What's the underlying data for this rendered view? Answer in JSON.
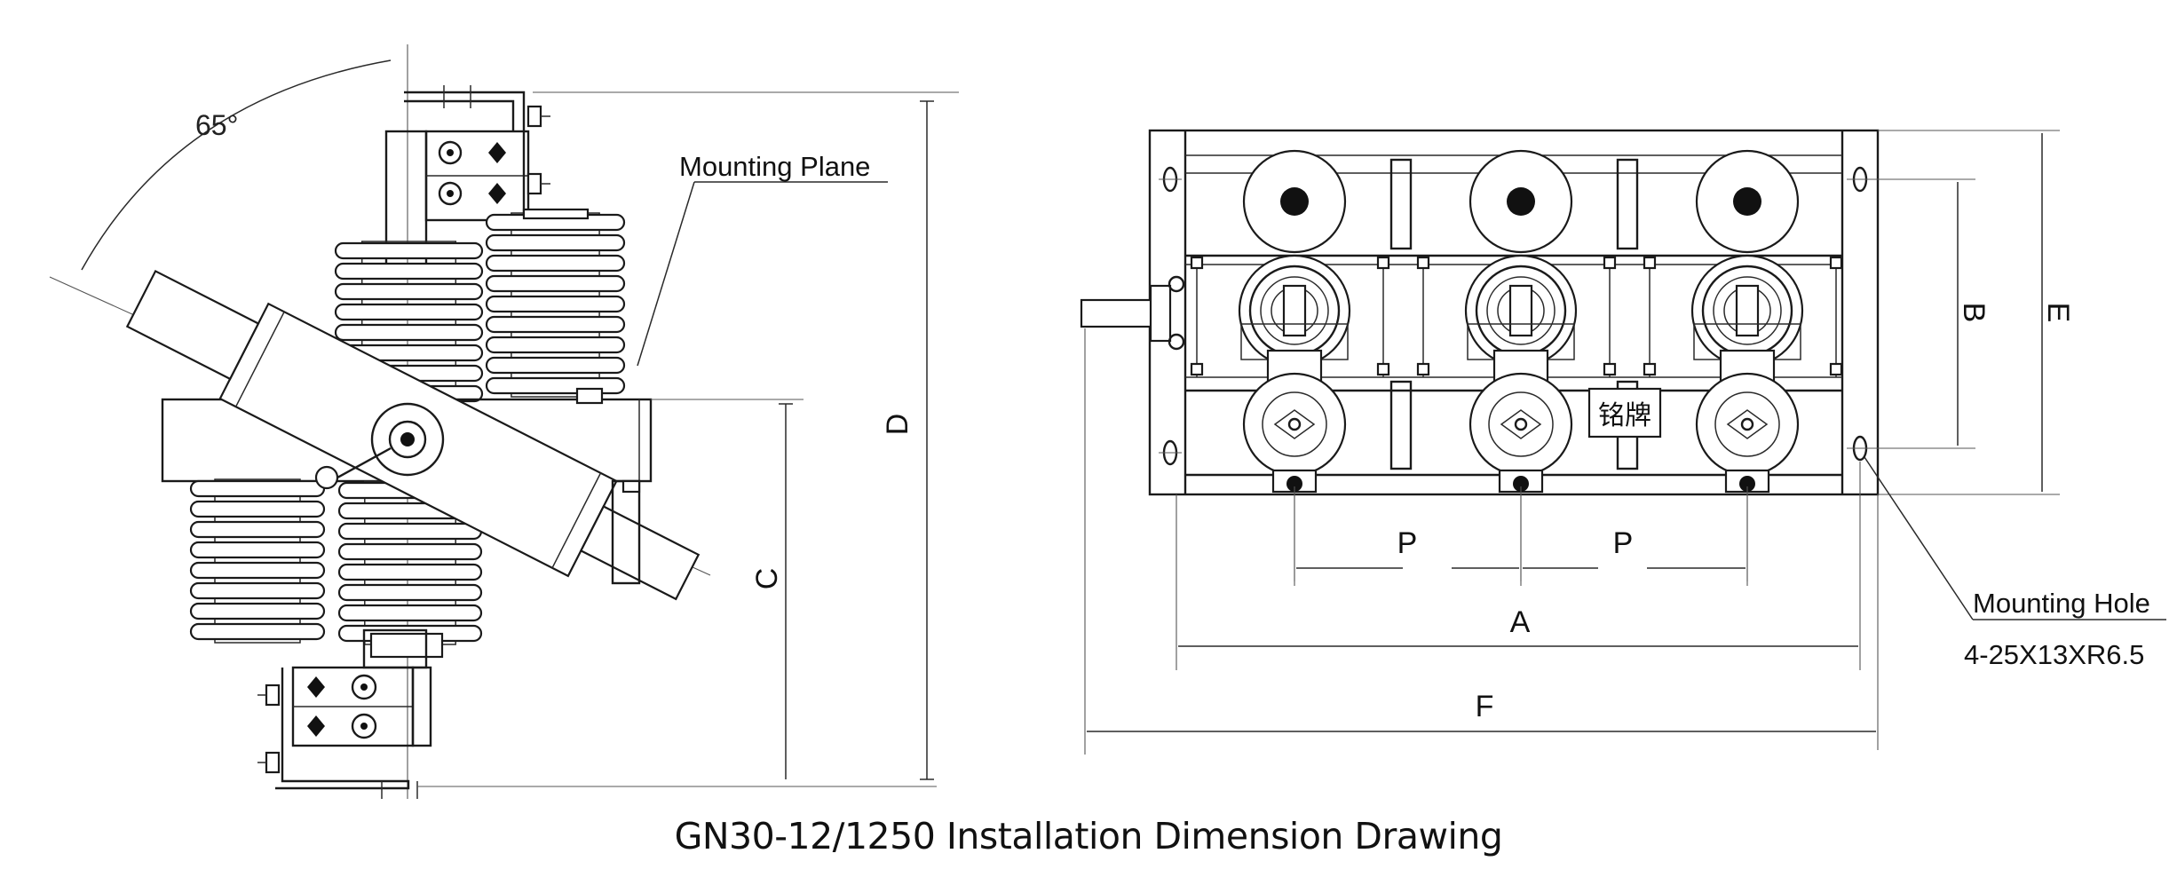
{
  "caption": "GN30-12/1250 Installation Dimension Drawing",
  "side_view": {
    "angle_label": "65°",
    "mounting_plane_label": "Mounting Plane",
    "dim_c": "C",
    "dim_d": "D"
  },
  "front_view": {
    "dim_b": "B",
    "dim_e": "E",
    "dim_p_left": "P",
    "dim_p_right": "P",
    "dim_a": "A",
    "dim_f": "F",
    "nameplate": "铭牌",
    "mounting_hole_label": "Mounting Hole",
    "mounting_hole_spec": "4-25X13XR6.5"
  },
  "colors": {
    "line": "#1a1a1a",
    "background": "#ffffff"
  }
}
